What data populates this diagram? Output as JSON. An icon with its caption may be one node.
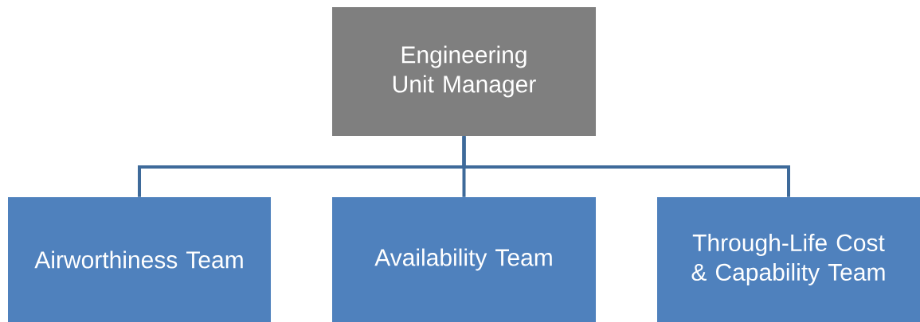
{
  "diagram": {
    "nodes": [
      {
        "text": [
          "Engineering Unit Manager"
        ]
      },
      {
        "text": [
          "Airworthiness Team"
        ]
      },
      {
        "text": [
          "Availability Team"
        ]
      },
      {
        "text": [
          "Through-Life Cost & Capability Team"
        ]
      }
    ],
    "edges": [
      {
        "from": 0,
        "to": 1,
        "arrow": "none"
      },
      {
        "from": 0,
        "to": 2,
        "arrow": "none"
      },
      {
        "from": 0,
        "to": 3,
        "arrow": "none"
      }
    ]
  }
}
